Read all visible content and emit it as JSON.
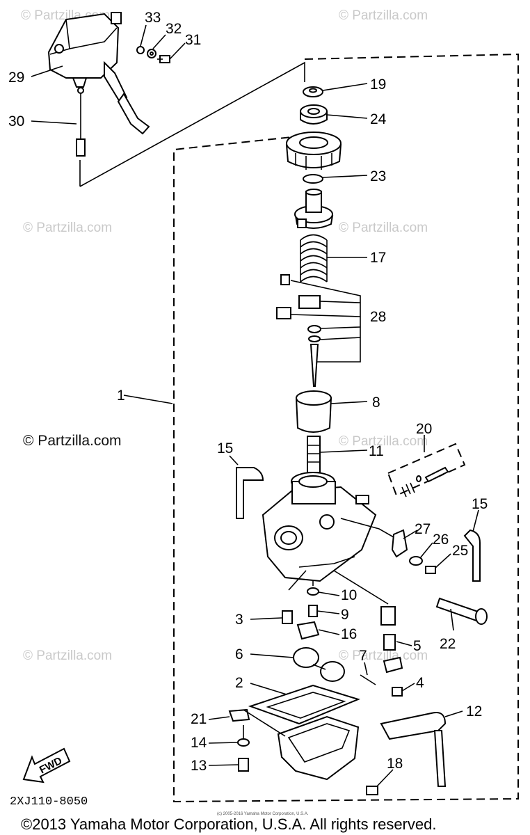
{
  "watermarks": [
    "© Partzilla.com",
    "© Partzilla.com",
    "© Partzilla.com",
    "© Partzilla.com",
    "© Partzilla.com",
    "© Partzilla.com",
    "© Partzilla.com",
    "© Partzilla.com"
  ],
  "callouts": [
    "33",
    "32",
    "31",
    "29",
    "30",
    "19",
    "24",
    "23",
    "17",
    "28",
    "1",
    "8",
    "20",
    "11",
    "15",
    "15",
    "27",
    "26",
    "25",
    "10",
    "3",
    "9",
    "16",
    "5",
    "22",
    "6",
    "7",
    "2",
    "4",
    "12",
    "21",
    "14",
    "13",
    "18"
  ],
  "fwd_label": "FWD",
  "diagram_code": "2XJ110-8050",
  "small_print": "(c) 2005-2016 Yamaha Motor Corporation, U.S.A.",
  "copyright": "©2013 Yamaha Motor Corporation, U.S.A. All rights reserved."
}
